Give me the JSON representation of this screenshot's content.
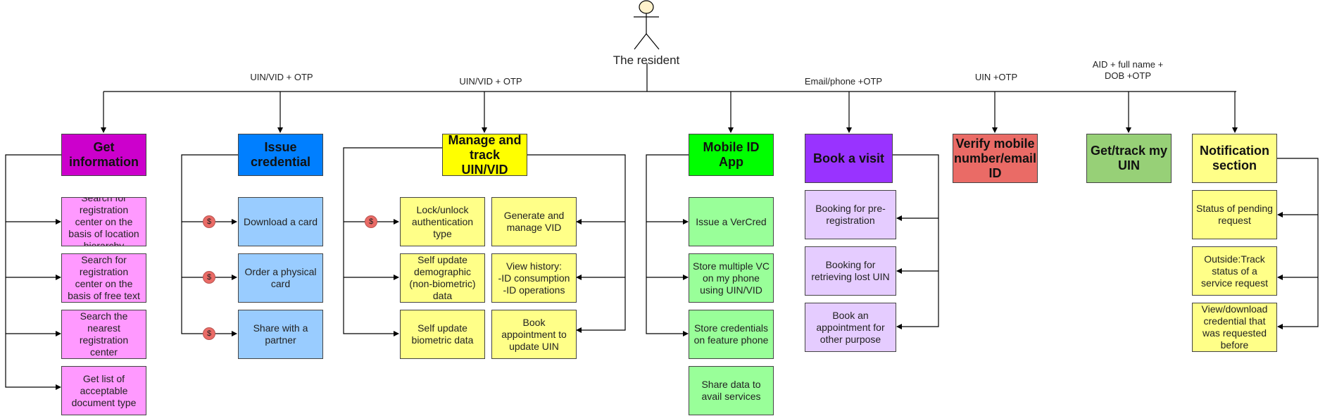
{
  "actor": {
    "label": "The resident",
    "icon": "stick-figure-icon"
  },
  "edge_labels": {
    "get_information": "",
    "issue_credential": "UIN/VID + OTP",
    "manage_uin": "UIN/VID + OTP",
    "mobile_id": "",
    "book_visit": "Email/phone +OTP",
    "verify_contact": "UIN +OTP",
    "get_track_uin": "AID + full name + DOB +OTP",
    "notification": ""
  },
  "categories": {
    "get_information": {
      "title": "Get information",
      "color": "#cc00cc",
      "items": [
        "Search for registration center on the basis of location hierarchy",
        "Search for registration center on the basis of free text",
        "Search the nearest registration center",
        "Get list of acceptable document type"
      ],
      "item_color": "#ff99ff"
    },
    "issue_credential": {
      "title": "Issue credential",
      "color": "#007fff",
      "items": [
        "Download a card",
        "Order a physical card",
        "Share with a partner"
      ],
      "item_color": "#99ccff",
      "paid_marker": "$"
    },
    "manage_uin": {
      "title": "Manage and track UIN/VID",
      "color": "#ffff00",
      "items_left": [
        "Lock/unlock authentication type",
        "Self update demographic (non-biometric) data",
        "Self update biometric data"
      ],
      "items_right": [
        "Generate and manage VID",
        "View history:\n-ID consumption\n-ID operations",
        "Book appointment to update UIN"
      ],
      "item_color": "#ffff88",
      "paid_marker": "$"
    },
    "mobile_id": {
      "title": "Mobile ID App",
      "color": "#00ff00",
      "items": [
        "Issue a VerCred",
        "Store multiple VC on my phone using UIN/VID",
        "Store credentials on feature phone",
        "Share data to avail services"
      ],
      "item_color": "#99ff99"
    },
    "book_visit": {
      "title": "Book a visit",
      "color": "#9933ff",
      "items": [
        "Booking for pre-registration",
        "Booking for retrieving lost UIN",
        "Book an appointment for other purpose"
      ],
      "item_color": "#e5ccff"
    },
    "verify_contact": {
      "title": "Verify mobile number/email ID",
      "color": "#ea6b66"
    },
    "get_track_uin": {
      "title": "Get/track my UIN",
      "color": "#97d077"
    },
    "notification": {
      "title": "Notification section",
      "color": "#ffff88",
      "items": [
        "Status of pending request",
        "Outside:Track status of a service request",
        "View/download credential that was requested before"
      ],
      "item_color": "#ffff88"
    }
  }
}
